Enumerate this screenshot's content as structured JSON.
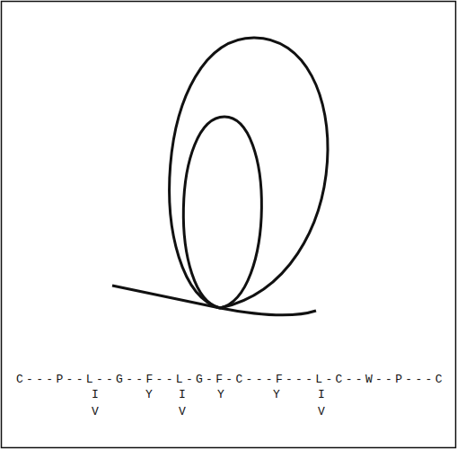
{
  "diagram": {
    "labels": [
      "C---P--L--G--F--L-G-F-C---F---L-C--W--P---C",
      "I",
      "Y",
      "I",
      "Y",
      "Y",
      "I",
      "V",
      "V",
      "V"
    ]
  }
}
